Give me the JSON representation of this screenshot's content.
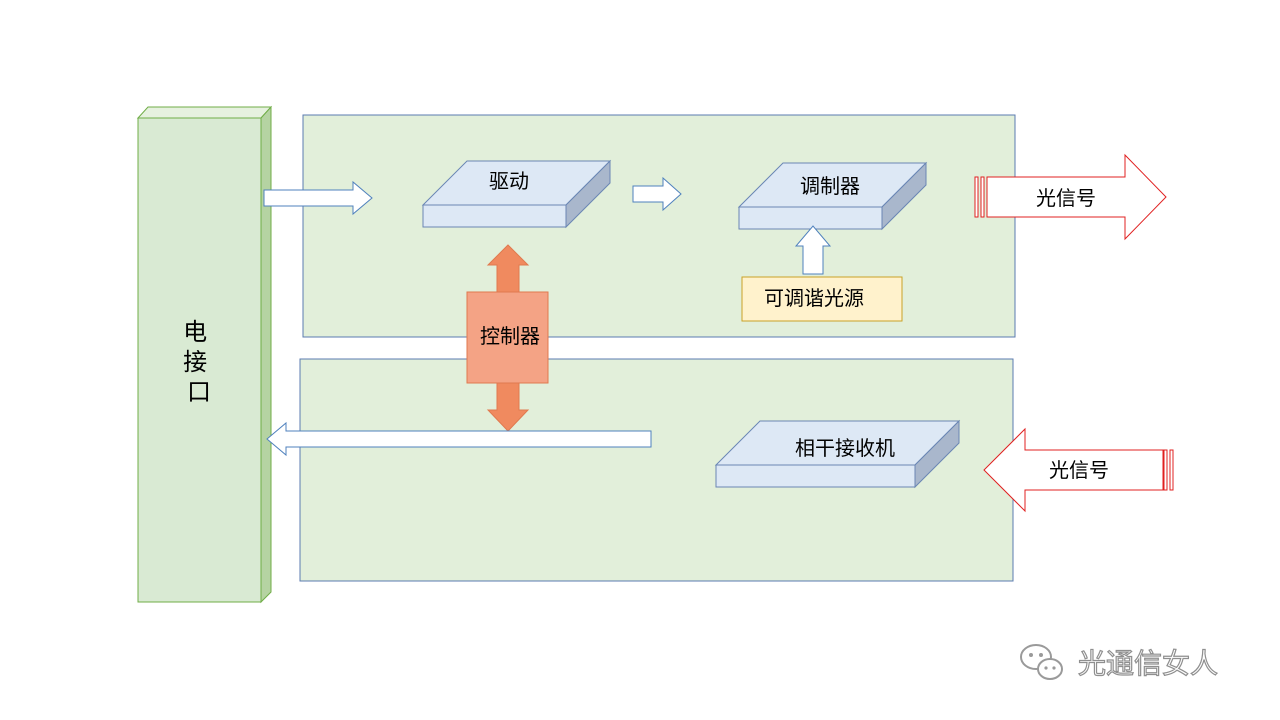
{
  "diagram": {
    "electrical_interface": {
      "label": "电\n接\n口"
    },
    "driver": {
      "label": "驱动"
    },
    "modulator": {
      "label": "调制器"
    },
    "tunable_laser": {
      "label": "可调谐光源"
    },
    "controller": {
      "label": "控制器"
    },
    "coherent_receiver": {
      "label": "相干接收机"
    },
    "optical_signal_out": {
      "label": "光信号"
    },
    "optical_signal_in": {
      "label": "光信号"
    }
  },
  "watermark": {
    "text": "光通信女人"
  },
  "colors": {
    "panel_fill": "#e2efda",
    "panel_border": "#4f6b9a",
    "block_top": "#dde8f5",
    "block_side": "#a9b7cc",
    "arrow_blue": "#4f81bd",
    "arrow_red": "#e02020",
    "controller_fill": "#f4a385",
    "controller_arrow": "#f08a5f",
    "laser_fill": "#fff2cc",
    "laser_border": "#c9a227",
    "interface_fill": "#d9ead3",
    "interface_border": "#70ad47"
  }
}
